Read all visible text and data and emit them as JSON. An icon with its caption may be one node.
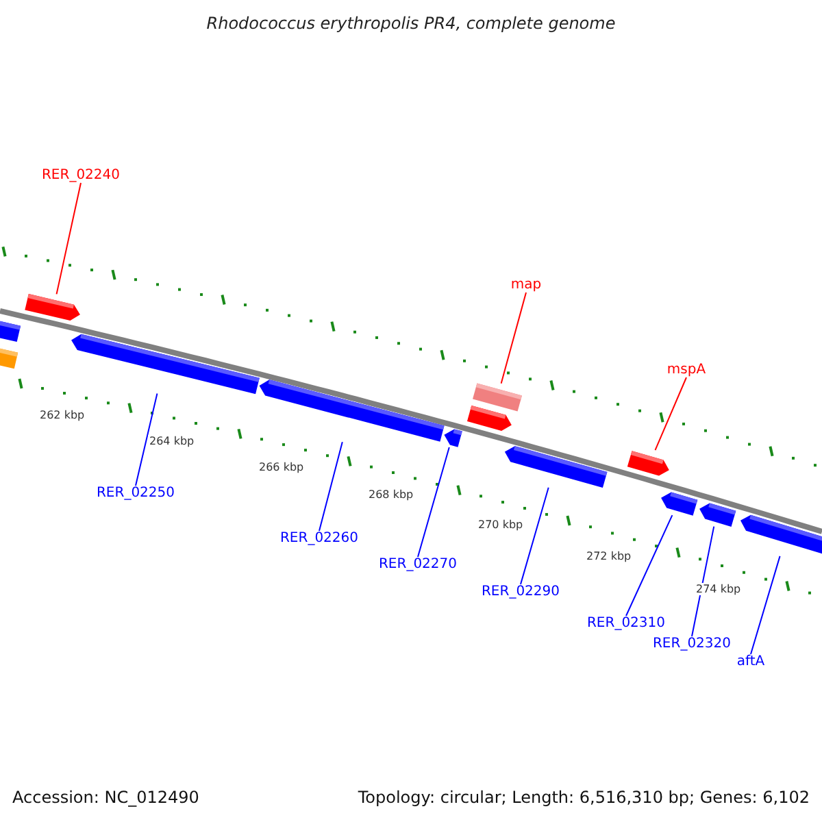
{
  "diagram": {
    "title": "Rhodococcus erythropolis PR4, complete genome",
    "nodes": [
      {
        "text": [
          "RER_02240"
        ]
      },
      {
        "text": [
          "map"
        ]
      },
      {
        "text": [
          "mspA"
        ]
      },
      {
        "text": [
          "RER_02250"
        ]
      },
      {
        "text": [
          "RER_02260"
        ]
      },
      {
        "text": [
          "RER_02270"
        ]
      },
      {
        "text": [
          "RER_02290"
        ]
      },
      {
        "text": [
          "RER_02310"
        ]
      },
      {
        "text": [
          "RER_02320"
        ]
      },
      {
        "text": [
          "aftA"
        ]
      },
      {
        "text": [],
        "shape": "arrow"
      },
      {
        "text": [],
        "shape": "arrow"
      },
      {
        "text": [],
        "shape": "arrow"
      },
      {
        "text": [],
        "shape": "arrow"
      },
      {
        "text": [],
        "shape": "arrow"
      },
      {
        "text": [],
        "shape": "arrow"
      },
      {
        "text": [],
        "shape": "arrow"
      },
      {
        "text": [],
        "shape": "bar"
      },
      {
        "text": [],
        "shape": "arrow"
      },
      {
        "text": [],
        "shape": "arrow"
      },
      {
        "text": [],
        "shape": "arrow"
      },
      {
        "text": [],
        "shape": "arrow"
      },
      {
        "text": [],
        "shape": "arrow"
      }
    ],
    "edges": [
      {
        "from": 0,
        "to": 12,
        "arrow": "none",
        "color": "#ff0000"
      },
      {
        "from": 1,
        "to": 17,
        "arrow": "none",
        "color": "#ff0000"
      },
      {
        "from": 2,
        "to": 19,
        "arrow": "none",
        "color": "#ff0000"
      },
      {
        "from": 3,
        "to": 13,
        "arrow": "none"
      },
      {
        "from": 4,
        "to": 14,
        "arrow": "none"
      },
      {
        "from": 5,
        "to": 15,
        "arrow": "none"
      },
      {
        "from": 6,
        "to": 18,
        "arrow": "none"
      },
      {
        "from": 7,
        "to": 20,
        "arrow": "none"
      },
      {
        "from": 8,
        "to": 21,
        "arrow": "none"
      },
      {
        "from": 9,
        "to": 22,
        "arrow": "none"
      }
    ],
    "labels": [
      "262 kbp",
      "264 kbp",
      "266 kbp",
      "268 kbp",
      "270 kbp",
      "272 kbp",
      "274 kbp",
      "Accession: NC_012490",
      "Topology: circular; Length: 6,516,310 bp; Genes: 6,102"
    ]
  }
}
